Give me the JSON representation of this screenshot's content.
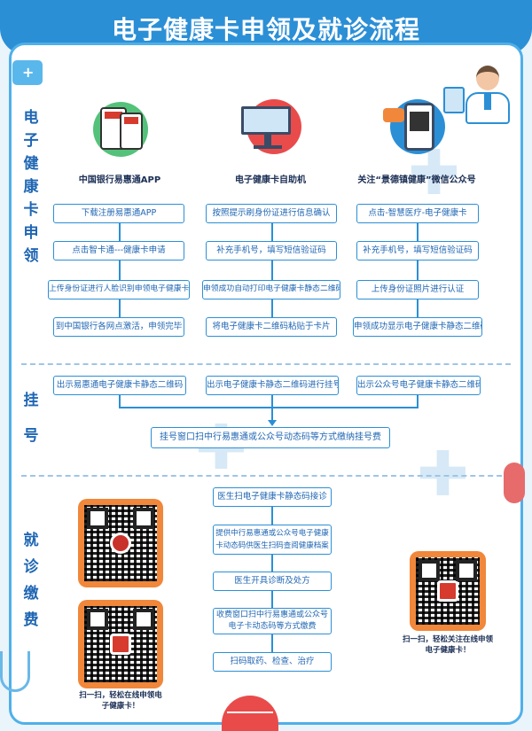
{
  "title": "电子健康卡申领及就诊流程",
  "sections": {
    "apply": [
      "电",
      "子",
      "健",
      "康",
      "卡",
      "申",
      "领"
    ],
    "register": [
      "挂",
      "号"
    ],
    "visit": [
      "就",
      "诊",
      "缴",
      "费"
    ]
  },
  "columns": [
    {
      "title": "中国银行易惠通APP",
      "steps": [
        "下载注册易惠通APP",
        "点击智卡通---健康卡申请",
        "上传身份证进行人脸识别申领电子健康卡",
        "到中国银行各网点激活，申领完毕"
      ],
      "register_step": "出示易惠通电子健康卡静态二维码"
    },
    {
      "title": "电子健康卡自助机",
      "steps": [
        "按照提示刷身份证进行信息确认",
        "补充手机号，填写短信验证码",
        "申领成功自动打印电子健康卡静态二维码",
        "将电子健康卡二维码粘贴于卡片"
      ],
      "register_step": "出示电子健康卡静态二维码进行挂号"
    },
    {
      "title": "关注“景德镇健康”微信公众号",
      "steps": [
        "点击-智慧医疗-电子健康卡",
        "补充手机号，填写短信验证码",
        "上传身份证照片进行认证",
        "申领成功显示电子健康卡静态二维码"
      ],
      "register_step": "出示公众号电子健康卡静态二维码"
    }
  ],
  "register_pay": "挂号窗口扫中行易惠通或公众号动态码等方式缴纳挂号费",
  "visit_steps": [
    "医生扫电子健康卡静态码接诊",
    "提供中行易惠通或公众号电子健康卡动态码供医生扫码查阅健康档案",
    "医生开具诊断及处方",
    "收费窗口扫中行易惠通或公众号电子卡动态码等方式缴费",
    "扫码取药、检查、治疗"
  ],
  "qr_left_caption": "扫一扫，轻松在线申领电子健康卡！",
  "qr_right_caption": "扫一扫，轻松关注在线申领电子健康卡！",
  "colors": {
    "primary": "#2b8fd6",
    "qr_frame": "#f0873a"
  }
}
